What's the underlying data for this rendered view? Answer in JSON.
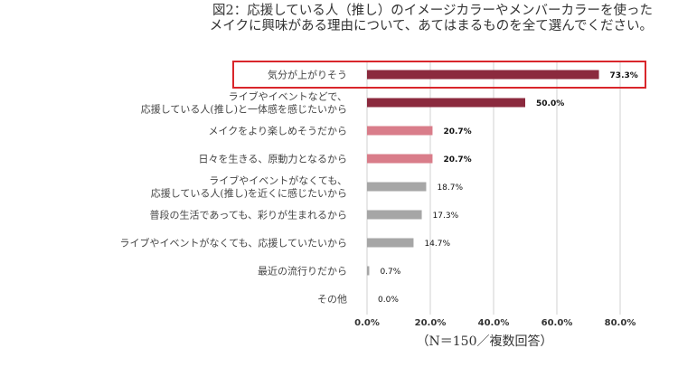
{
  "title_lines": [
    "図2：応援している人（推し）のイメージカラーやメンバーカラーを使った",
    "メイクに興味がある理由について、あてはまるものを全て選んでください。"
  ],
  "note": "（N＝150／複数回答）",
  "chart_data": {
    "type": "bar",
    "orientation": "horizontal",
    "title": "図2：応援している人（推し）のイメージカラーやメンバーカラーを使ったメイクに興味がある理由について、あてはまるものを全て選んでください。",
    "categories": [
      [
        "気分が上がりそう"
      ],
      [
        "ライブやイベントなどで、",
        "応援している人(推し)と一体感を感じたいから"
      ],
      [
        "メイクをより楽しめそうだから"
      ],
      [
        "日々を生きる、原動力となるから"
      ],
      [
        "ライブやイベントがなくても、",
        "応援している人(推し)を近くに感じたいから"
      ],
      [
        "普段の生活であっても、彩りが生まれるから"
      ],
      [
        "ライブやイベントがなくても、応援していたいから"
      ],
      [
        "最近の流行りだから"
      ],
      [
        "その他"
      ]
    ],
    "values": [
      73.3,
      50.0,
      20.7,
      20.7,
      18.7,
      17.3,
      14.7,
      0.7,
      0.0
    ],
    "value_labels": [
      "73.3%",
      "50.0%",
      "20.7%",
      "20.7%",
      "18.7%",
      "17.3%",
      "14.7%",
      "0.7%",
      "0.0%"
    ],
    "xlim": [
      0,
      80
    ],
    "xticks": [
      "0.0%",
      "20.0%",
      "40.0%",
      "60.0%",
      "80.0%"
    ],
    "grid": true,
    "highlight_index": 0,
    "colors": {
      "dark": "#8b2a3e",
      "pink": "#d97d8a",
      "gray": "#a6a6a6",
      "highlight_border": "#d9262b",
      "grid": "#d9d9d9"
    },
    "bar_color_keys": [
      "dark",
      "dark",
      "pink",
      "pink",
      "gray",
      "gray",
      "gray",
      "gray",
      "gray"
    ],
    "bold_label_indices": [
      0,
      1,
      2,
      3
    ]
  }
}
